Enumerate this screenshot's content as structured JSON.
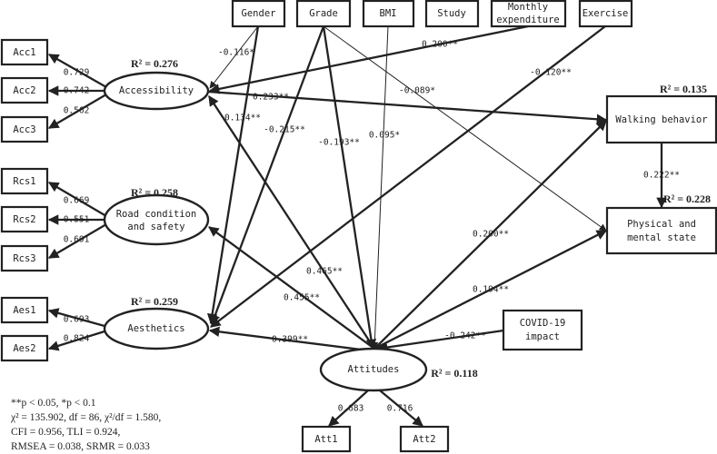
{
  "exogenous": {
    "gender": "Gender",
    "grade": "Grade",
    "bmi": "BMI",
    "study": "Study",
    "monthly_1": "Monthly",
    "monthly_2": "expenditure",
    "exercise": "Exercise",
    "covid_1": "COVID-19",
    "covid_2": "impact"
  },
  "latent": {
    "accessibility": {
      "label": "Accessibility",
      "r2": "R² = 0.276",
      "indicators": [
        "Acc1",
        "Acc2",
        "Acc3"
      ],
      "loadings": [
        "0.729",
        "0.742",
        "0.562"
      ]
    },
    "road": {
      "label_1": "Road condition",
      "label_2": "and safety",
      "r2": "R² = 0.258",
      "indicators": [
        "Rcs1",
        "Rcs2",
        "Rcs3"
      ],
      "loadings": [
        "0.669",
        "0.551",
        "0.691"
      ]
    },
    "aesthetics": {
      "label": "Aesthetics",
      "r2": "R² = 0.259",
      "indicators": [
        "Aes1",
        "Aes2"
      ],
      "loadings": [
        "0.693",
        "0.824"
      ]
    },
    "attitudes": {
      "label": "Attitudes",
      "r2": "R² = 0.118",
      "indicators": [
        "Att1",
        "Att2"
      ],
      "loadings": [
        "0.683",
        "0.716"
      ]
    }
  },
  "outcomes": {
    "walking": {
      "label": "Walking behavior",
      "r2": "R² = 0.135"
    },
    "physical": {
      "label_1": "Physical and",
      "label_2": "mental state",
      "r2": "R² = 0.228"
    }
  },
  "paths": {
    "gender_acc": "-0.116*",
    "gender_aes": "0.134**",
    "grade_aes": "-0.215**",
    "grade_att": "-0.193**",
    "grade_phys": "-0.089*",
    "bmi_att": "0.095*",
    "monthly_acc": "0.200**",
    "exercise_aes": "-0.120**",
    "acc_walk": "0.233**",
    "walk_phys": "0.222**",
    "att_acc": "0.465**",
    "att_road": "0.455**",
    "att_aes": "0.399**",
    "att_walk": "0.200**",
    "att_phys": "0.194**",
    "covid_att": "-0.242**"
  },
  "notes": [
    "**p < 0.05, *p < 0.1",
    "χ² = 135.902, df = 86, χ²/df = 1.580,",
    "CFI = 0.956, TLI = 0.924,",
    "RMSEA = 0.038, SRMR = 0.033"
  ]
}
